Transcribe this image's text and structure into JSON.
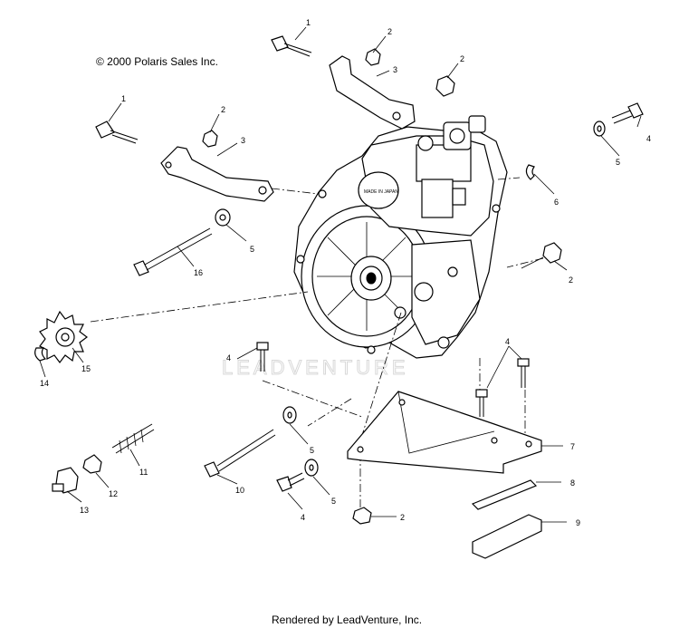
{
  "copyright": "© 2000 Polaris Sales Inc.",
  "footer": "Rendered by LeadVenture, Inc.",
  "watermark": "LEADVENTURE",
  "engine_plate_text": "MADE IN JAPAN",
  "callouts": [
    "1",
    "2",
    "2",
    "3",
    "1",
    "2",
    "3",
    "4",
    "5",
    "6",
    "2",
    "5",
    "16",
    "15",
    "14",
    "4",
    "4",
    "7",
    "5",
    "11",
    "12",
    "13",
    "10",
    "5",
    "4",
    "2",
    "8",
    "9"
  ]
}
